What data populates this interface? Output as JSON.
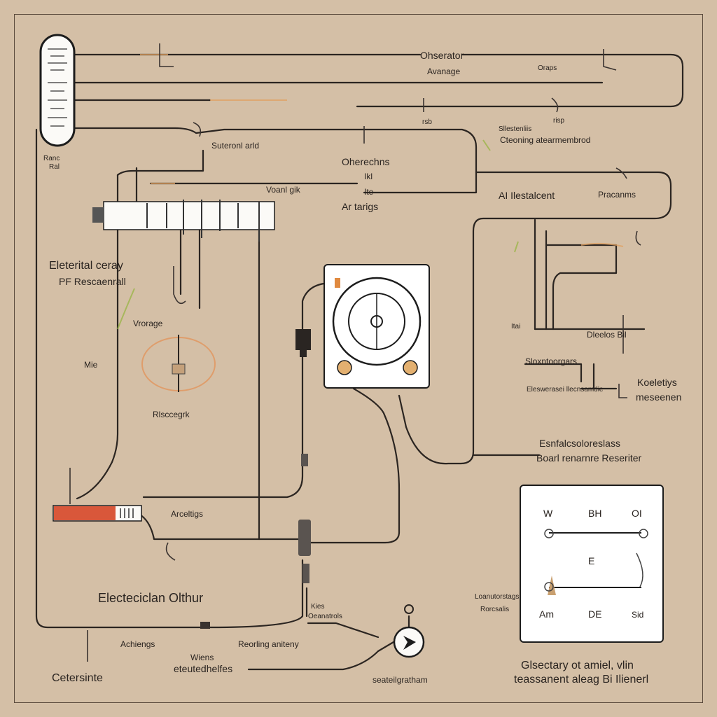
{
  "labels": {
    "top_wire_1": "Ohserator",
    "top_wire_2": "Avanage",
    "top_wire_right": "Oraps",
    "small_dot": "rsb",
    "small_right": "risp",
    "left_scale_tag": "Ranc",
    "left_scale_tag2": "Ral",
    "mid_wire": "Suteronl arld",
    "header_right_1": "Sllestenliis",
    "header_right_2": "Cteoning atearmembrod",
    "center_1": "Oherechns",
    "center_1_sub": "Ikl",
    "center_2": "Voanl gik",
    "center_2_sub": "Ite",
    "center_3": "Ar tarigs",
    "right_mid_1": "AI Ilestalcent",
    "right_mid_2": "Pracanms",
    "left_big_1": "Eleterital ceray",
    "left_big_2": "PF Rescaenrall",
    "vorage": "Vrorage",
    "mie": "Mie",
    "resistor": "Rlsccegrk",
    "right_loop": "Dleelos Bil",
    "right_small": "Itai",
    "right_seal_1": "Sloxntoorgars",
    "right_seal_2": "Eleswerasei llecnsamdie",
    "right_big_1": "Koeletiys",
    "right_big_2": "meseenen",
    "right_caption_1": "Esnfalcsoloreslass",
    "right_caption_2": "Boarl renarnre Reseriter",
    "bottom_left_small": "Arceltigs",
    "title_main": "Electeciclan Olthur",
    "bottom_right_tag_1": "Loanutorstags",
    "bottom_right_tag_2": "Rorcsalis",
    "kies": "Kies",
    "kies_sub": "Oeanatrols",
    "achiengs": "Achiengs",
    "reorling": "Reorling aniteny",
    "wiens_1": "Wiens",
    "wiens_2": "eteutedhelfes",
    "bottom_left_title": "Cetersinte",
    "bottom_center": "seateilgratham",
    "bottom_right_1": "Glsectary ot amiel, vlin",
    "bottom_right_2": "teassanent aleag Bi Ilienerl"
  },
  "table": {
    "header": [
      "W",
      "BH",
      "OI"
    ],
    "middle": "E",
    "footer": [
      "Am",
      "DE",
      "Sid"
    ]
  },
  "colors": {
    "background": "#d4bfa6",
    "wire": "#2b2521",
    "red_bar": "#d9573a",
    "panel": "#ffffff",
    "accent_orange": "#e0883a",
    "accent_green": "#9bb54a"
  },
  "icons": [
    "thermometer-icon",
    "clamp-icon",
    "meter-dial-icon",
    "plug-icon",
    "arrow-dial-icon",
    "brush-icon"
  ]
}
